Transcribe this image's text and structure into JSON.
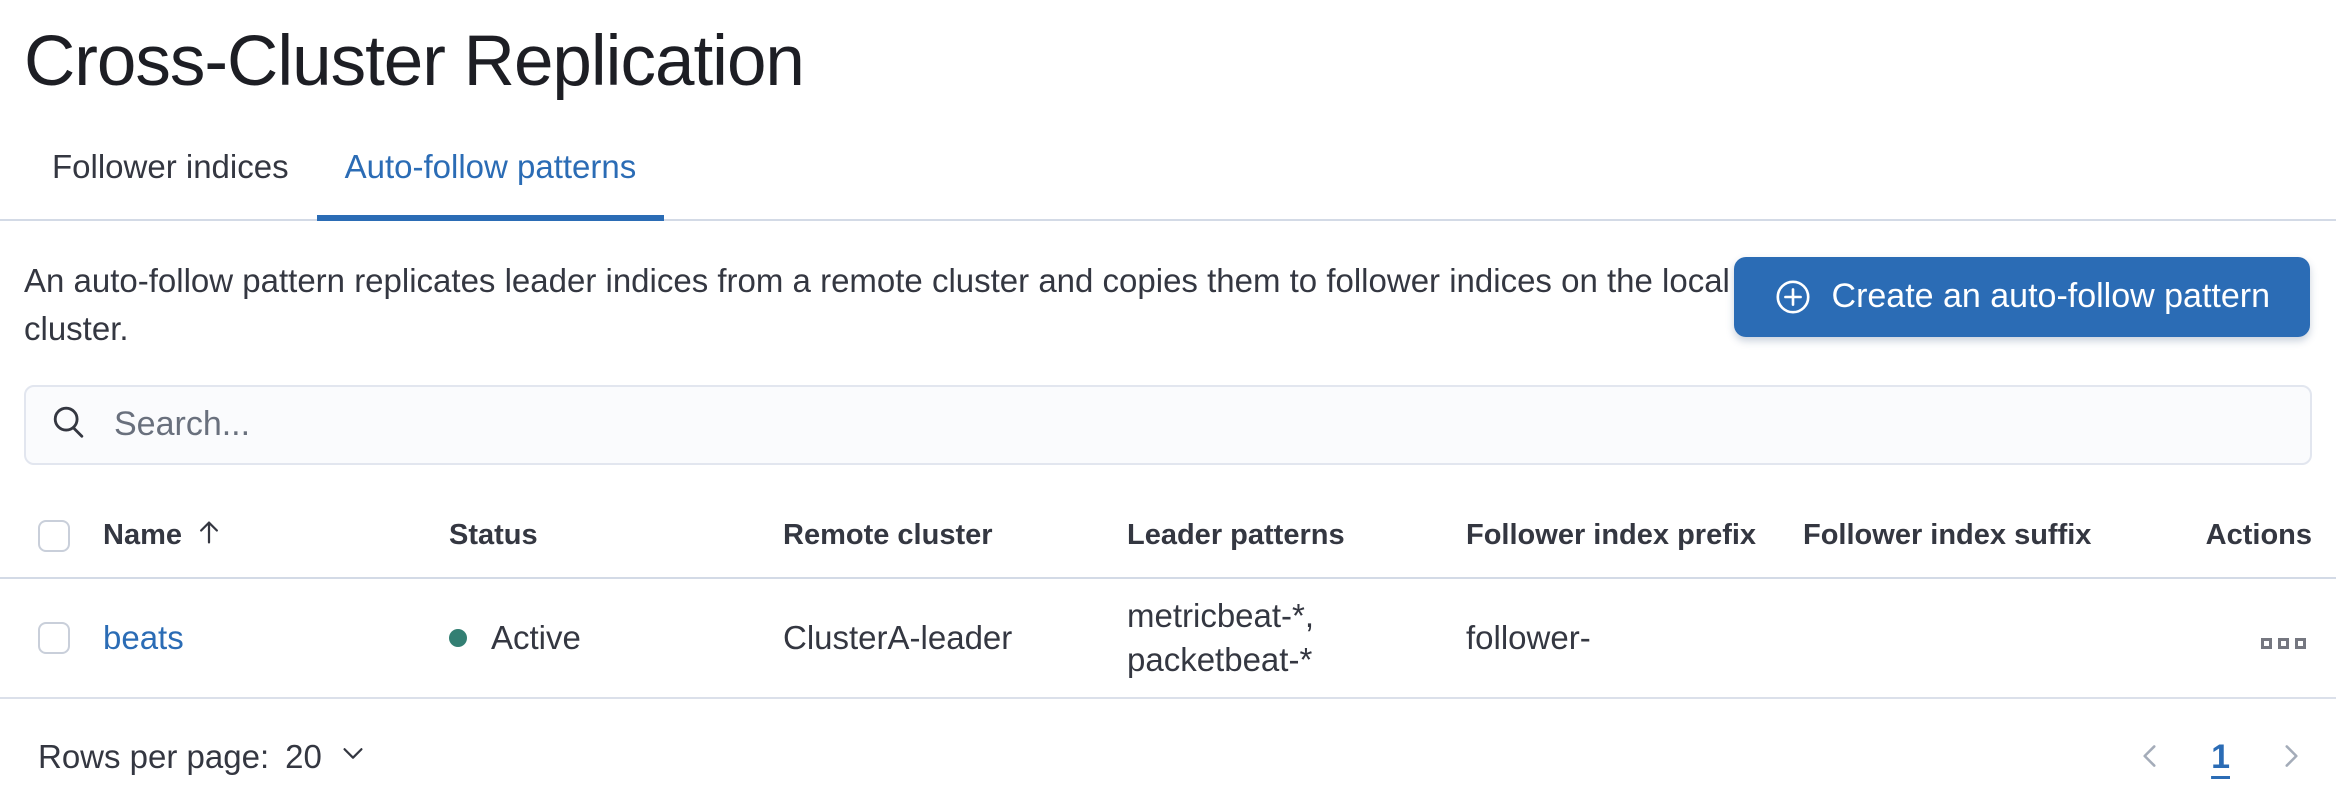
{
  "page_title": "Cross-Cluster Replication",
  "tabs": {
    "follower": "Follower indices",
    "autofollow": "Auto-follow patterns"
  },
  "description": "An auto-follow pattern replicates leader indices from a remote cluster and copies them to follower indices on the local cluster.",
  "create_button": {
    "label": "Create an auto-follow pattern"
  },
  "search": {
    "placeholder": "Search...",
    "value": ""
  },
  "table": {
    "headers": {
      "name": "Name",
      "status": "Status",
      "remote_cluster": "Remote cluster",
      "leader_patterns": "Leader patterns",
      "follower_index_prefix": "Follower index prefix",
      "follower_index_suffix": "Follower index suffix",
      "actions": "Actions"
    },
    "sort": {
      "column": "Name",
      "direction": "ascending"
    },
    "rows": [
      {
        "name": "beats",
        "status": "Active",
        "remote_cluster": "ClusterA-leader",
        "leader_patterns_line1": "metricbeat-*,",
        "leader_patterns_line2": "packetbeat-*",
        "follower_index_prefix": "follower-",
        "follower_index_suffix": ""
      }
    ]
  },
  "pagination": {
    "rows_per_page_label": "Rows per page:",
    "rows_per_page_value": "20",
    "current_page": "1"
  },
  "colors": {
    "accent_blue": "#2b6cb5",
    "status_active_dot": "#337f73",
    "text_dark": "#343741",
    "title_dark": "#1d1e24",
    "muted_gray": "#69707d",
    "divider": "#d3dae6"
  }
}
